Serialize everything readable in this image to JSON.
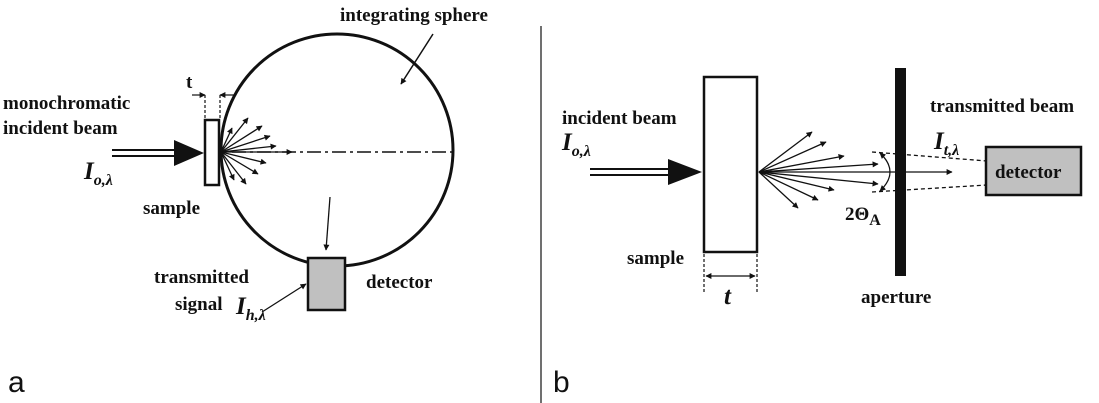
{
  "panel_a": {
    "panel_letter": "a",
    "integrating_sphere": "integrating sphere",
    "thickness": "t",
    "monochromatic": "monochromatic",
    "incident_beam": "incident beam",
    "sym_incident": "I",
    "sub_incident": "o,λ",
    "sample": "sample",
    "transmitted": "transmitted",
    "signal": "signal",
    "sym_transmitted": "I",
    "sub_transmitted": "h,λ",
    "detector": "detector"
  },
  "panel_b": {
    "panel_letter": "b",
    "incident_beam": "incident beam",
    "sym_incident": "I",
    "sub_incident": "o,λ",
    "sample": "sample",
    "thickness": "t",
    "transmitted_beam": "transmitted beam",
    "sym_transmitted": "I",
    "sub_transmitted": "t,λ",
    "detector": "detector",
    "angle": "2Θ",
    "angle_sub": "A",
    "aperture": "aperture"
  },
  "colors": {
    "line": "#111111",
    "detector_fill": "#c0c0c0",
    "aperture_fill": "#111111"
  }
}
